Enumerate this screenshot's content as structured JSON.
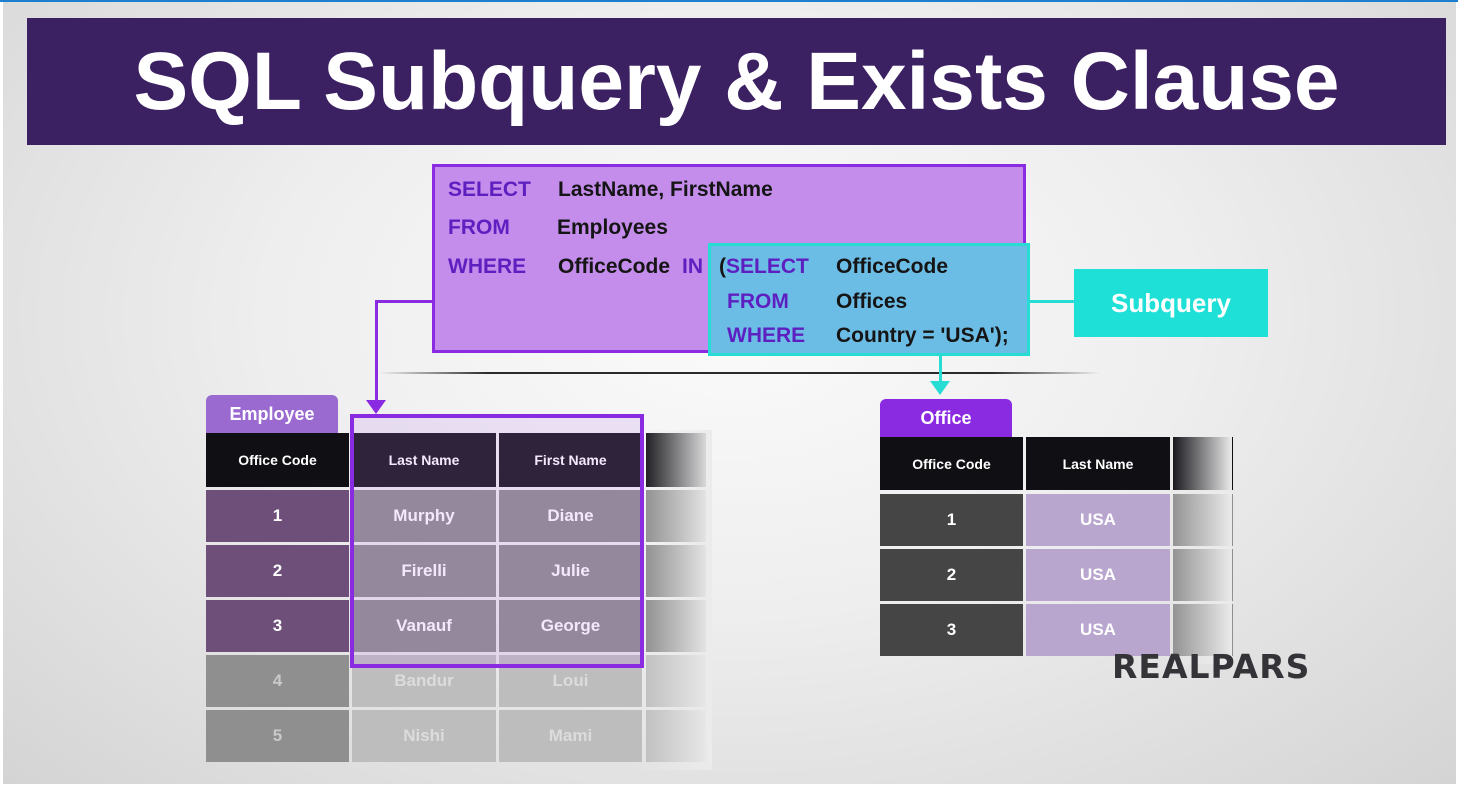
{
  "title": "SQL Subquery & Exists Clause",
  "query": {
    "outer": [
      {
        "keyword": "SELECT",
        "text": "LastName, FirstName"
      },
      {
        "keyword": "FROM",
        "text": "Employees"
      },
      {
        "keyword": "WHERE",
        "text": "OfficeCode",
        "operator": "IN",
        "open_paren": "("
      }
    ],
    "inner": [
      {
        "keyword": "SELECT",
        "text": "OfficeCode"
      },
      {
        "keyword": "FROM",
        "text": "Offices"
      },
      {
        "keyword": "WHERE",
        "text": "Country = 'USA');"
      }
    ]
  },
  "subquery_label": "Subquery",
  "employee_table": {
    "tab": "Employee",
    "headers": [
      "Office Code",
      "Last Name",
      "First Name"
    ],
    "rows": [
      [
        "1",
        "Murphy",
        "Diane"
      ],
      [
        "2",
        "Firelli",
        "Julie"
      ],
      [
        "3",
        "Vanauf",
        "George"
      ],
      [
        "4",
        "Bandur",
        "Loui"
      ],
      [
        "5",
        "Nishi",
        "Mami"
      ]
    ],
    "highlighted_rows": 3
  },
  "office_table": {
    "tab": "Office",
    "headers": [
      "Office Code",
      "Last Name"
    ],
    "rows": [
      [
        "1",
        "USA"
      ],
      [
        "2",
        "USA"
      ],
      [
        "3",
        "USA"
      ]
    ]
  },
  "brand": "REALPARS",
  "colors": {
    "title_bg": "#3b2062",
    "query_bg": "#c48ceb",
    "query_border": "#8a2be2",
    "subquery_bg": "#6cbde6",
    "subquery_border": "#27dcd2",
    "keyword": "#5e1fc0"
  }
}
